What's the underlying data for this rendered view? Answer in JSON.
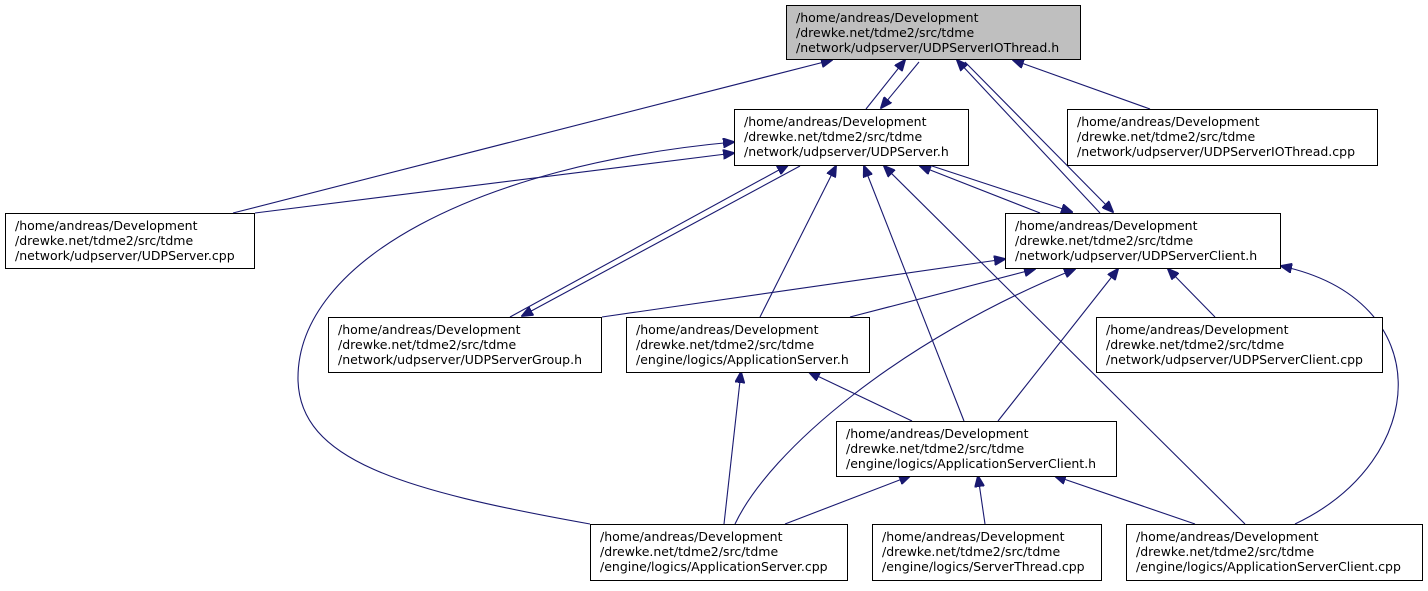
{
  "colors": {
    "edge": "#191970",
    "node_border": "#000000",
    "current_fill": "#bfbfbf"
  },
  "nodes": {
    "io_thread_h": [
      "/home/andreas/Development",
      "/drewke.net/tdme2/src/tdme",
      "/network/udpserver/UDPServerIOThread.h"
    ],
    "udpserver_h": [
      "/home/andreas/Development",
      "/drewke.net/tdme2/src/tdme",
      "/network/udpserver/UDPServer.h"
    ],
    "io_thread_cpp": [
      "/home/andreas/Development",
      "/drewke.net/tdme2/src/tdme",
      "/network/udpserver/UDPServerIOThread.cpp"
    ],
    "udpserver_cpp": [
      "/home/andreas/Development",
      "/drewke.net/tdme2/src/tdme",
      "/network/udpserver/UDPServer.cpp"
    ],
    "udpserverclient_h": [
      "/home/andreas/Development",
      "/drewke.net/tdme2/src/tdme",
      "/network/udpserver/UDPServerClient.h"
    ],
    "udpservergroup_h": [
      "/home/andreas/Development",
      "/drewke.net/tdme2/src/tdme",
      "/network/udpserver/UDPServerGroup.h"
    ],
    "appserver_h": [
      "/home/andreas/Development",
      "/drewke.net/tdme2/src/tdme",
      "/engine/logics/ApplicationServer.h"
    ],
    "udpserverclient_cpp": [
      "/home/andreas/Development",
      "/drewke.net/tdme2/src/tdme",
      "/network/udpserver/UDPServerClient.cpp"
    ],
    "appserverclient_h": [
      "/home/andreas/Development",
      "/drewke.net/tdme2/src/tdme",
      "/engine/logics/ApplicationServerClient.h"
    ],
    "appserver_cpp": [
      "/home/andreas/Development",
      "/drewke.net/tdme2/src/tdme",
      "/engine/logics/ApplicationServer.cpp"
    ],
    "serverthread_cpp": [
      "/home/andreas/Development",
      "/drewke.net/tdme2/src/tdme",
      "/engine/logics/ServerThread.cpp"
    ],
    "appserverclient_cpp": [
      "/home/andreas/Development",
      "/drewke.net/tdme2/src/tdme",
      "/engine/logics/ApplicationServerClient.cpp"
    ]
  }
}
